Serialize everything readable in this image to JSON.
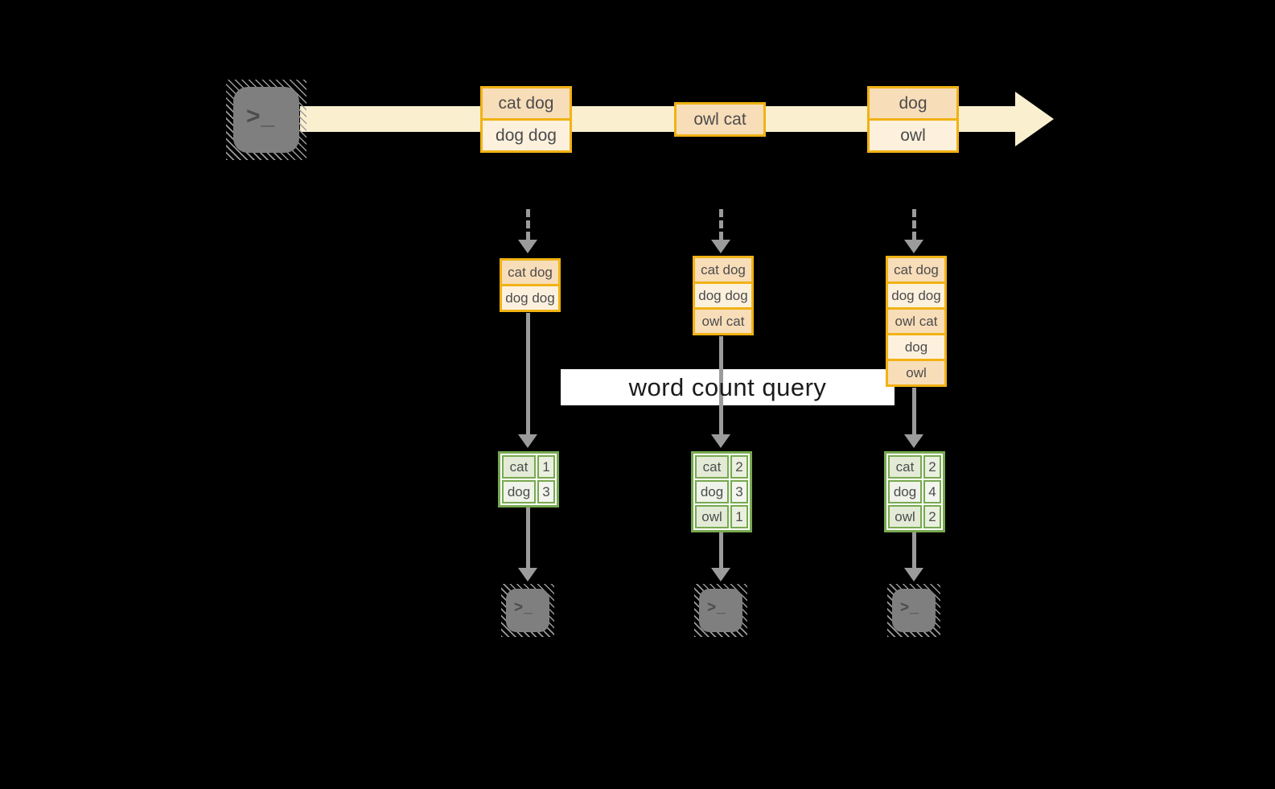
{
  "diagram": {
    "query_label": "word count query",
    "terminal_prompt": ">_",
    "colors": {
      "background": "#000000",
      "stream_band": "#faf0d0",
      "box_border_gold": "#f1b213",
      "box_fill_dark": "#f8ddb9",
      "box_fill_light": "#fdf1dd",
      "table_border_green": "#77a94f",
      "table_cell_dark": "#e3ebd7",
      "table_cell_light": "#eff3e9",
      "arrow_gray": "#9b9b9b",
      "terminal_gray": "#7f7f7f",
      "query_box_bg": "#ffffff"
    },
    "stream_batches": [
      {
        "rows": [
          "cat dog",
          "dog dog"
        ]
      },
      {
        "rows": [
          "owl cat"
        ]
      },
      {
        "rows": [
          "dog",
          "owl"
        ]
      }
    ],
    "columns": [
      {
        "stack_rows": [
          "cat dog",
          "dog dog"
        ],
        "counts": [
          {
            "word": "cat",
            "count": "1"
          },
          {
            "word": "dog",
            "count": "3"
          }
        ]
      },
      {
        "stack_rows": [
          "cat dog",
          "dog dog",
          "owl cat"
        ],
        "counts": [
          {
            "word": "cat",
            "count": "2"
          },
          {
            "word": "dog",
            "count": "3"
          },
          {
            "word": "owl",
            "count": "1"
          }
        ]
      },
      {
        "stack_rows": [
          "cat dog",
          "dog dog",
          "owl cat",
          "dog",
          "owl"
        ],
        "counts": [
          {
            "word": "cat",
            "count": "2"
          },
          {
            "word": "dog",
            "count": "4"
          },
          {
            "word": "owl",
            "count": "2"
          }
        ]
      }
    ]
  }
}
